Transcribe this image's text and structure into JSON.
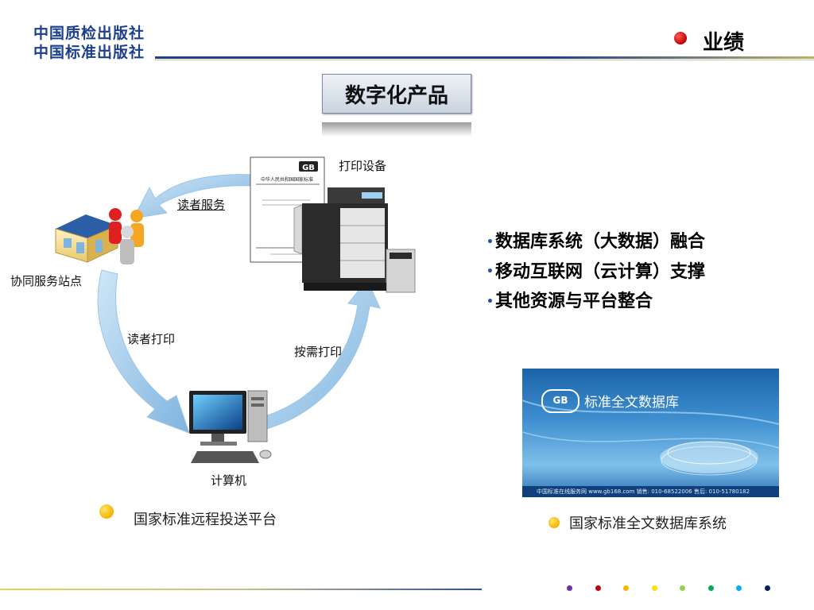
{
  "header": {
    "logo_line1": "中国质检出版社",
    "logo_line2": "中国标准出版社",
    "section_title": "业绩"
  },
  "product_title": "数字化产品",
  "diagram": {
    "printer_label": "打印设备",
    "reader_service": "读者服务",
    "station_label": "协同服务站点",
    "reader_print": "读者打印",
    "on_demand_print": "按需打印",
    "computer_label": "计算机",
    "doc_badge": "GB",
    "doc_heading": "中华人民共和国国家标准"
  },
  "bullets": [
    "数据库系统（大数据）融合",
    "移动互联网（云计算）支撑",
    "其他资源与平台整合"
  ],
  "database_image": {
    "title": "标准全文数据库",
    "footer": "中国标准在线服务网  www.gb168.com   销售: 010-68522006  售后: 010-51780182"
  },
  "captions": {
    "left": "国家标准远程投送平台",
    "right": "国家标准全文数据库系统"
  },
  "colors": {
    "brand_blue": "#1d3f8f",
    "red_dot": "#c00000",
    "yellow_dot": "#f4b400",
    "arrow": "#8cbfe6"
  },
  "footer_dots": [
    "#7030a0",
    "#c00000",
    "#f4b400",
    "#ffe000",
    "#92d050",
    "#00b050",
    "#00b0f0",
    "#002060"
  ]
}
